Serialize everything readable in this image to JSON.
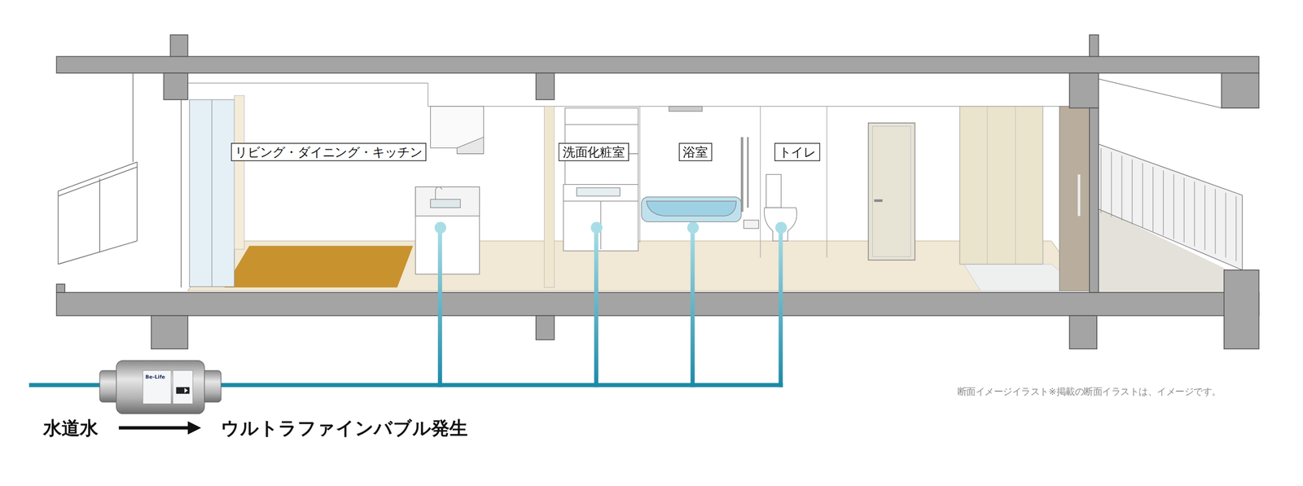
{
  "diagram": {
    "nodes": [
      {
        "text": [
          "リビング・ダイニング・キッチン"
        ]
      },
      {
        "text": [
          "洗面化粧室"
        ]
      },
      {
        "text": [
          "浴室"
        ]
      },
      {
        "text": [
          "トイレ"
        ]
      }
    ],
    "labels": [
      "水道水",
      "ウルトラファインバブル発生",
      "断面イメージイラスト※掲載の断面イラストは、イメージです。",
      "Be-Life"
    ]
  }
}
